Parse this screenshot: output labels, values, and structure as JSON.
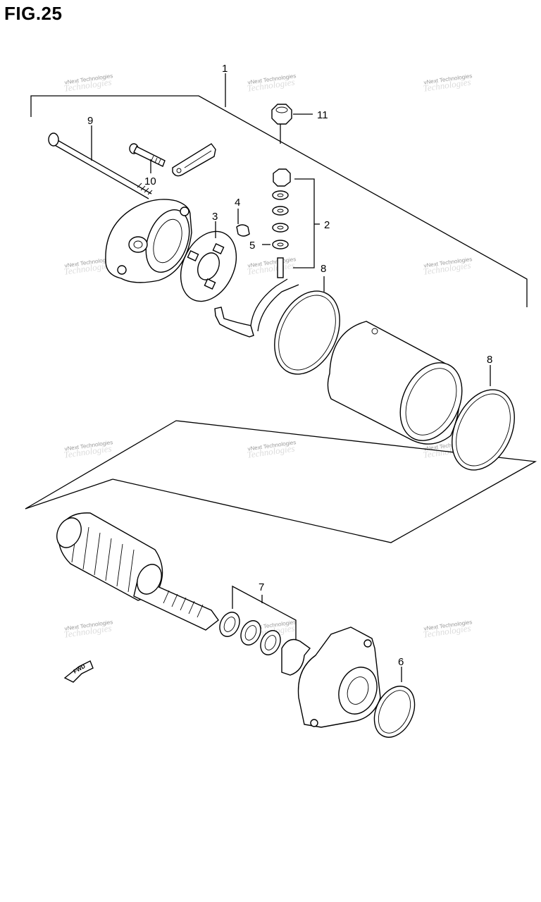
{
  "title": "FIG.25",
  "fwd_label": "FWD",
  "watermark": {
    "line1": "vNext Technologies",
    "line2": "Technologies"
  },
  "callouts": [
    {
      "id": "1",
      "label": "1"
    },
    {
      "id": "2",
      "label": "2"
    },
    {
      "id": "3",
      "label": "3"
    },
    {
      "id": "4",
      "label": "4"
    },
    {
      "id": "5",
      "label": "5"
    },
    {
      "id": "6",
      "label": "6"
    },
    {
      "id": "7",
      "label": "7"
    },
    {
      "id": "8a",
      "label": "8"
    },
    {
      "id": "8b",
      "label": "8"
    },
    {
      "id": "9",
      "label": "9"
    },
    {
      "id": "10",
      "label": "10"
    },
    {
      "id": "11",
      "label": "11"
    }
  ]
}
